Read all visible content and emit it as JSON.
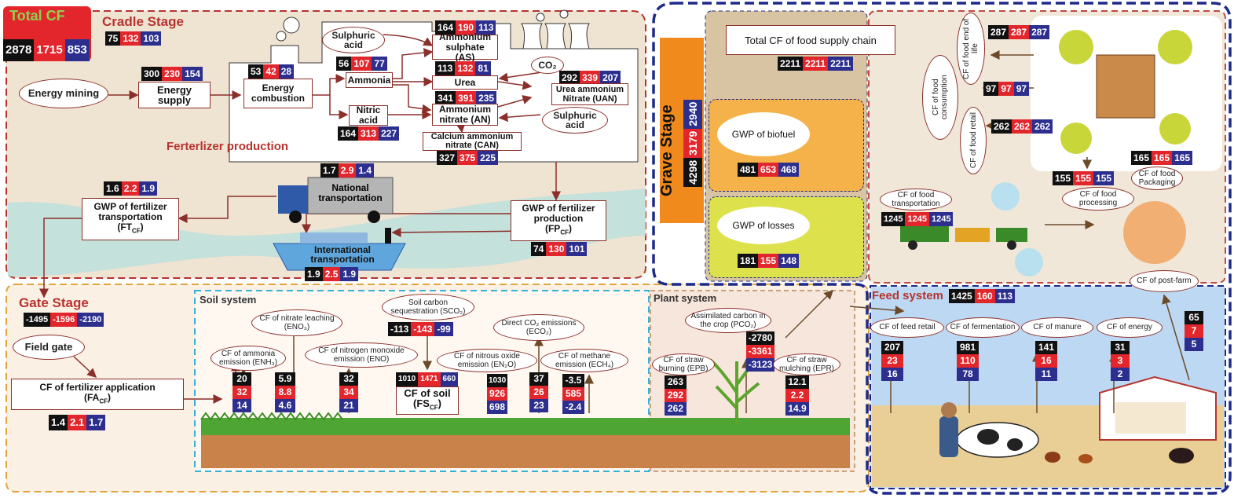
{
  "total_cf": {
    "title": "Total CF",
    "values": [
      "2878",
      "1715",
      "853"
    ]
  },
  "cradle": {
    "title": "Cradle Stage",
    "values": [
      "75",
      "132",
      "103"
    ],
    "energy_mining": "Energy mining",
    "energy_supply": "Energy supply",
    "energy_supply_vals": [
      "300",
      "230",
      "154"
    ],
    "energy_combustion": "Energy combustion",
    "energy_combustion_vals": [
      "53",
      "42",
      "28"
    ],
    "sulphuric_acid_1": "Sulphuric acid",
    "ammonia": "Ammonia",
    "ammonia_vals": [
      "56",
      "107",
      "77"
    ],
    "nitric_acid": "Nitric acid",
    "nitric_acid_vals": [
      "164",
      "313",
      "227"
    ],
    "as": "Ammonium sulphate (AS)",
    "as_vals": [
      "164",
      "190",
      "113"
    ],
    "urea": "Urea",
    "urea_vals": [
      "113",
      "132",
      "81"
    ],
    "an": "Ammonium nitrate (AN)",
    "an_vals": [
      "341",
      "391",
      "235"
    ],
    "can": "Calcium ammonium nitrate (CAN)",
    "can_vals": [
      "327",
      "375",
      "225"
    ],
    "co2": "CO₂",
    "uan": "Urea ammonium Nitrate (UAN)",
    "uan_vals": [
      "292",
      "339",
      "207"
    ],
    "sulphuric_acid_2": "Sulphuric acid",
    "fert_production_label": "Ferterlizer production",
    "national": "National transportation",
    "national_vals": [
      "1.7",
      "2.9",
      "1.4"
    ],
    "international": "International transportation",
    "international_vals": [
      "1.9",
      "2.5",
      "1.9"
    ],
    "ft": "GWP of fertilizer transportation",
    "ft_sym": "(FT",
    "ft_sub": "CF",
    "ft_end": ")",
    "ft_vals": [
      "1.6",
      "2.2",
      "1.9"
    ],
    "fp": "GWP of fertilizer production",
    "fp_sym": "(FP",
    "fp_sub": "CF",
    "fp_end": ")",
    "fp_vals": [
      "74",
      "130",
      "101"
    ]
  },
  "gate": {
    "title": "Gate Stage",
    "values": [
      "-1495",
      "-1596",
      "-2190"
    ],
    "field_gate": "Field gate",
    "fa": "CF of fertilizer application",
    "fa_sym": "(FA",
    "fa_sub": "CF",
    "fa_end": ")",
    "fa_vals": [
      "1.4",
      "2.1",
      "1.7"
    ]
  },
  "soil": {
    "title": "Soil system",
    "eno3": "CF of nitrate leaching (ENO₃)",
    "eno3_vals": [
      "5.9",
      "8.8",
      "4.6"
    ],
    "enh3": "CF of ammonia emission (ENH₃)",
    "enh3_vals": [
      "20",
      "32",
      "14"
    ],
    "eno": "CF of nitrogen monoxide emission (ENO)",
    "eno_vals": [
      "32",
      "34",
      "21"
    ],
    "sco2": "Soil carbon sequestration (SCO₂)",
    "sco2_vals": [
      "-113",
      "-143",
      "-99"
    ],
    "eco2": "Direct CO₂ emissions (ECO₂)",
    "en2o": "CF of nitrous oxide emission (EN₂O)",
    "en2o_vals": [
      "1030",
      "926",
      "698"
    ],
    "ech4": "CF of methane emission (ECH₄)",
    "ech4_vals": [
      "-3.5",
      "585",
      "-2.4"
    ],
    "eco2_vals": [
      "37",
      "26",
      "23"
    ],
    "fs": "CF of soil",
    "fs_sym": "(FS",
    "fs_sub": "CF",
    "fs_end": ")",
    "fs_vals": [
      "1010",
      "1471",
      "660"
    ]
  },
  "plant": {
    "title": "Plant system",
    "pco2": "Assimilated carbon in the crop (PCO₂)",
    "pco2_vals": [
      "-2780",
      "-3361",
      "-3123"
    ],
    "epb": "CF of straw burning (EPB)",
    "epb_vals": [
      "263",
      "292",
      "262"
    ],
    "epr": "CF of straw mulching (EPR)",
    "epr_vals": [
      "12.1",
      "2.2",
      "14.9"
    ]
  },
  "grave": {
    "title": "Grave Stage",
    "values": [
      "4298",
      "3179",
      "2940"
    ],
    "total_chain": "Total CF of food supply chain",
    "total_chain_vals": [
      "2211",
      "2211",
      "2211"
    ],
    "biofuel": "GWP of biofuel",
    "biofuel_vals": [
      "481",
      "653",
      "468"
    ],
    "losses": "GWP of losses",
    "losses_vals": [
      "181",
      "155",
      "148"
    ]
  },
  "postfarm": {
    "end_of_life": "CF of food end of life",
    "end_of_life_vals": [
      "287",
      "287",
      "287"
    ],
    "consumption": "CF of food consumption",
    "consumption_vals": [
      "97",
      "97",
      "97"
    ],
    "retail": "CF of food retail",
    "retail_vals": [
      "262",
      "262",
      "262"
    ],
    "packaging": "CF of food Packaging",
    "packaging_vals": [
      "165",
      "165",
      "165"
    ],
    "processing": "CF of food processing",
    "processing_vals": [
      "155",
      "155",
      "155"
    ],
    "transportation": "CF of food transportation",
    "transportation_vals": [
      "1245",
      "1245",
      "1245"
    ],
    "post_farm": "CF of post-farm"
  },
  "feed": {
    "title": "Feed system",
    "values": [
      "1425",
      "160",
      "113"
    ],
    "retail": "CF of feed retail",
    "retail_vals": [
      "207",
      "23",
      "16"
    ],
    "fermentation": "CF of fermentation",
    "fermentation_vals": [
      "981",
      "110",
      "78"
    ],
    "manure": "CF of manure",
    "manure_vals": [
      "141",
      "16",
      "11"
    ],
    "energy": "CF of energy",
    "energy_vals": [
      "31",
      "3",
      "2"
    ],
    "post_vals": [
      "65",
      "7",
      "5"
    ]
  },
  "colors": {
    "black": "#111111",
    "red": "#e3262c",
    "blue": "#2c2f8e",
    "frame": "#8b2f2a",
    "navy": "#1d2a8a"
  }
}
